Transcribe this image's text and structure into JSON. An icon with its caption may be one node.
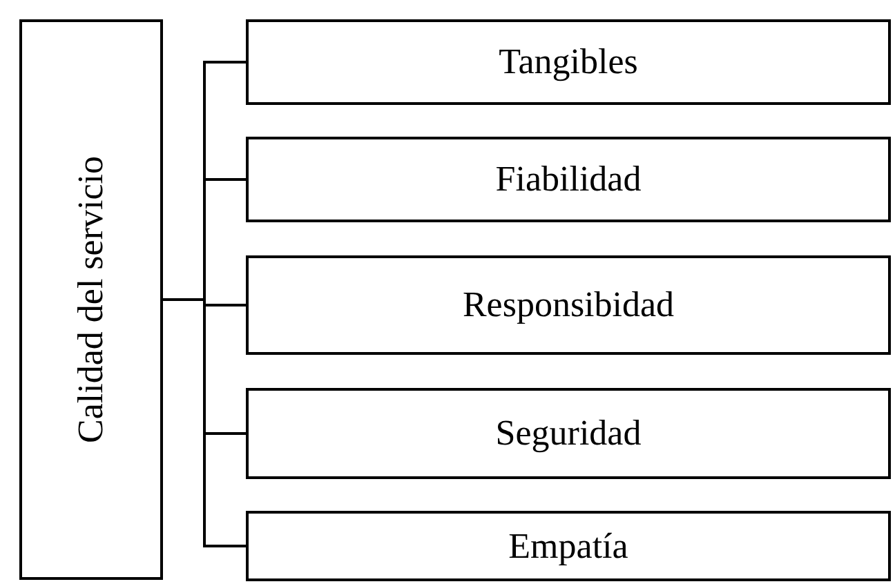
{
  "diagram": {
    "nodes": [
      {
        "text": [
          "Calidad del servicio"
        ]
      },
      {
        "text": [
          "Tangibles"
        ]
      },
      {
        "text": [
          "Fiabilidad"
        ]
      },
      {
        "text": [
          "Responsibidad"
        ]
      },
      {
        "text": [
          "Seguridad"
        ]
      },
      {
        "text": [
          "Empatía"
        ]
      }
    ],
    "edges": [
      {
        "from": 0,
        "to": 1,
        "arrow": "none"
      },
      {
        "from": 0,
        "to": 2,
        "arrow": "none"
      },
      {
        "from": 0,
        "to": 3,
        "arrow": "none"
      },
      {
        "from": 0,
        "to": 4,
        "arrow": "none"
      },
      {
        "from": 0,
        "to": 5,
        "arrow": "none"
      }
    ]
  }
}
